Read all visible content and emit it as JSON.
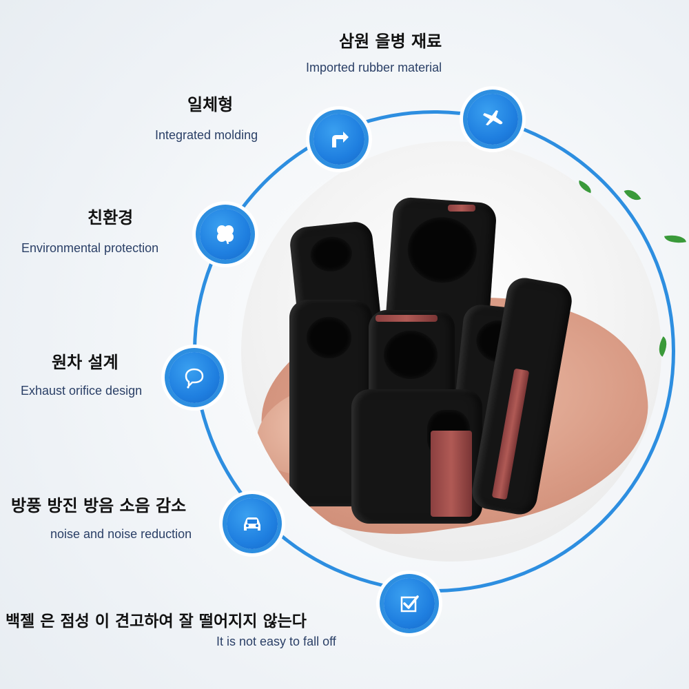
{
  "features": [
    {
      "ko": "삼원 을병 재료",
      "en": "Imported rubber material",
      "icon": "airplane-icon"
    },
    {
      "ko": "일체형",
      "en": "Integrated molding",
      "icon": "turn-right-arrow-icon"
    },
    {
      "ko": "친환경",
      "en": "Environmental protection",
      "icon": "clover-icon"
    },
    {
      "ko": "원차 설계",
      "en": "Exhaust orifice design",
      "icon": "speech-bubble-icon"
    },
    {
      "ko": "방풍 방진 방음 소음 감소",
      "en": "noise and noise reduction",
      "icon": "car-icon"
    },
    {
      "ko": "백젤 은 점성 이 견고하여 잘 떨어지지 않는다",
      "en": "It is not easy to fall off",
      "icon": "checkbox-icon"
    }
  ],
  "colors": {
    "accent": "#2d8ee0",
    "icon_fill": "#1f7fe0"
  }
}
